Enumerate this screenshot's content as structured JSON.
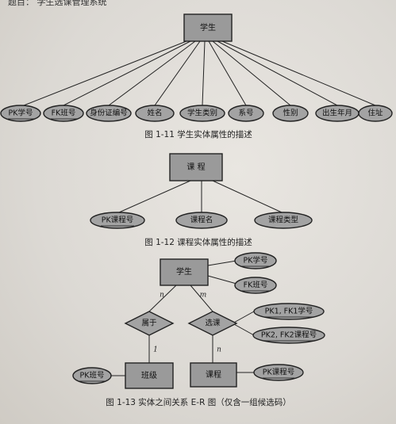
{
  "header": {
    "text": "题目：  学生选课管理系统"
  },
  "fig11": {
    "entity": "学生",
    "attributes": [
      "PK学号",
      "FK班号",
      "身份证编号",
      "姓名",
      "学生类别",
      "系号",
      "性别",
      "出生年月",
      "住址"
    ],
    "caption": "图 1-11   学生实体属性的描述"
  },
  "fig12": {
    "entity": "课 程",
    "attributes": [
      "PK课程号",
      "课程名",
      "课程类型"
    ],
    "caption": "图 1-12   课程实体属性的描述"
  },
  "fig13": {
    "student": "学生",
    "student_attrs": [
      "PK学号",
      "FK班号"
    ],
    "rel_belongs": "属于",
    "rel_select": "选课",
    "select_attrs": [
      "PK1, FK1学号",
      "PK2, FK2课程号"
    ],
    "class_entity": "班级",
    "class_attr": "PK班号",
    "course_entity": "课程",
    "course_attr": "PK课程号",
    "card_n1": "n",
    "card_m": "m",
    "card_1": "1",
    "card_n2": "n",
    "caption": "图 1-13   实体之间关系 E-R 图（仅含一组候选码）"
  }
}
